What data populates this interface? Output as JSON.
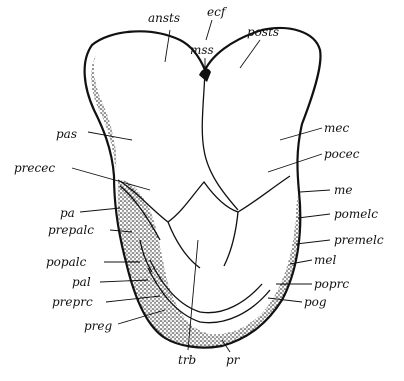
{
  "labels": {
    "ansts": "ansts",
    "ecf": "ecf",
    "mss": "mss",
    "posts": "posts",
    "pas": "pas",
    "mec": "mec",
    "precec": "precec",
    "pocec": "pocec",
    "me": "me",
    "pa": "pa",
    "pomelc": "pomelc",
    "prepalc": "prepalc",
    "premelc": "premelc",
    "popalc": "popalc",
    "mel": "mel",
    "pal": "pal",
    "poprc": "poprc",
    "preprc": "preprc",
    "pog": "pog",
    "preg": "preg",
    "trb": "trb",
    "pr": "pr"
  },
  "colors": {
    "ink": "#111111",
    "paper": "#ffffff"
  }
}
